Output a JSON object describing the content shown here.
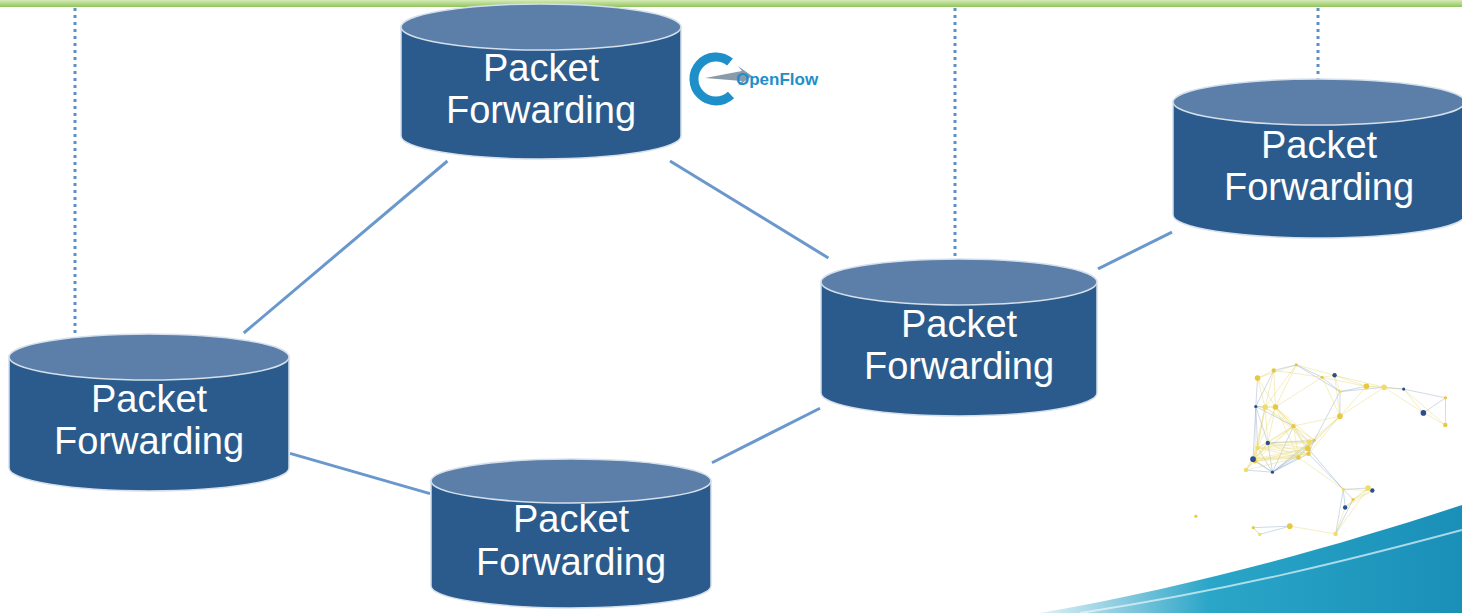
{
  "diagram": {
    "nodes": [
      {
        "text": [
          "Packet Forwarding"
        ]
      },
      {
        "text": [
          "Packet Forwarding"
        ]
      },
      {
        "text": [
          "Packet Forwarding"
        ]
      },
      {
        "text": [
          "Packet Forwarding"
        ]
      },
      {
        "text": [
          "Packet Forwarding"
        ]
      }
    ],
    "edges": [
      {
        "from": 0,
        "to": 3,
        "arrow": "none"
      },
      {
        "from": 0,
        "to": 2,
        "arrow": "none"
      },
      {
        "from": 2,
        "to": 1,
        "arrow": "none"
      },
      {
        "from": 3,
        "to": 4,
        "arrow": "none"
      },
      {
        "from": 4,
        "to": 2,
        "arrow": "none"
      }
    ],
    "labels": [
      "OpenFlow"
    ]
  }
}
